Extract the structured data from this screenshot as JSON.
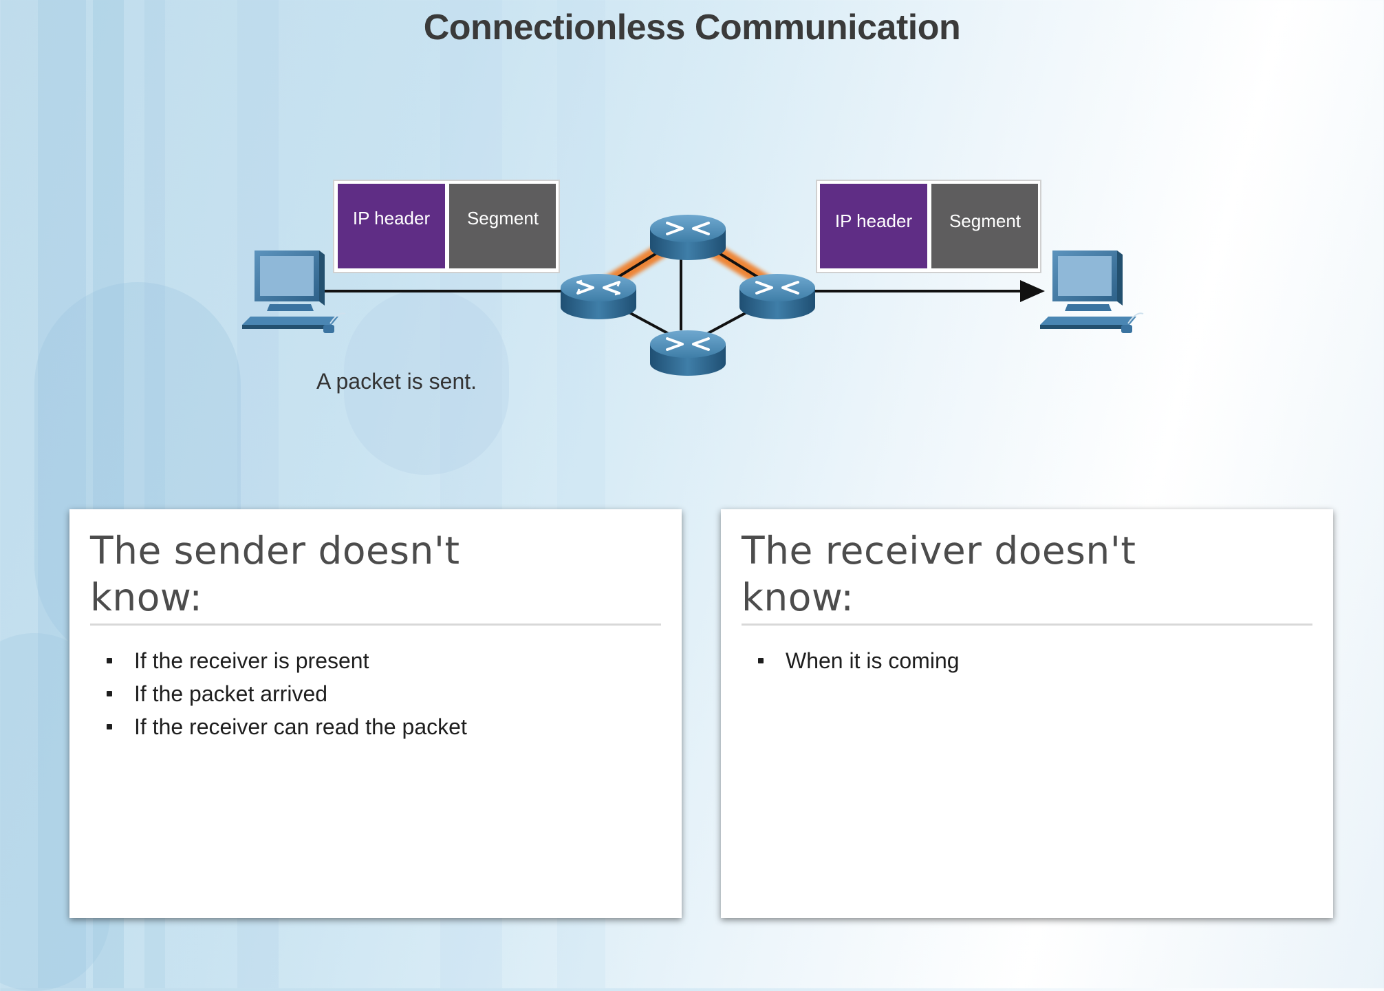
{
  "title": "Connectionless Communication",
  "diagram": {
    "left_packet": {
      "header_label": "IP header",
      "segment_label": "Segment"
    },
    "right_packet": {
      "header_label": "IP header",
      "segment_label": "Segment"
    },
    "caption": "A packet is sent.",
    "colors": {
      "ip_header": "#5f2d85",
      "segment": "#5e5d5e",
      "path_glow": "#f07a22",
      "device": "#3f7ea8"
    }
  },
  "cards": {
    "sender": {
      "heading_line1": "The sender doesn't",
      "heading_line2": "know:",
      "items": [
        "If the receiver is present",
        "If the packet arrived",
        "If the receiver can read the packet"
      ]
    },
    "receiver": {
      "heading_line1": "The receiver doesn't",
      "heading_line2": "know:",
      "items": [
        "When it is coming"
      ]
    }
  }
}
